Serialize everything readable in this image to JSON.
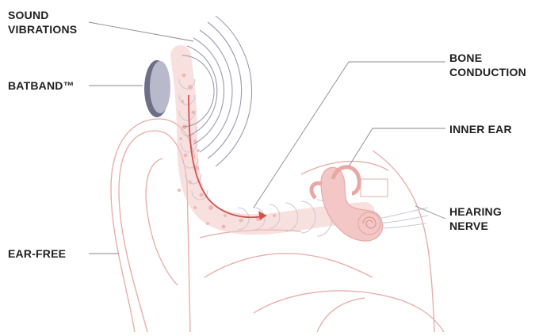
{
  "labels": {
    "sound_vibrations": [
      "SOUND",
      "VIBRATIONS"
    ],
    "batband": "BATBAND™",
    "ear_free": "EAR-FREE",
    "bone_conduction": [
      "BONE",
      "CONDUCTION"
    ],
    "inner_ear": "INNER EAR",
    "hearing_nerve": [
      "HEARING",
      "NERVE"
    ]
  },
  "colors": {
    "ear_outline": "#e7a9a5",
    "bone_fill": "#f2c7c5",
    "wave": "#9a9ab0",
    "wave_light": "#c8c8d6",
    "device": "#6e6e88",
    "device_face": "#b9b9cc",
    "arrow": "#d0524f",
    "leader": "#8a8a8a",
    "text": "#1f1f1f"
  }
}
